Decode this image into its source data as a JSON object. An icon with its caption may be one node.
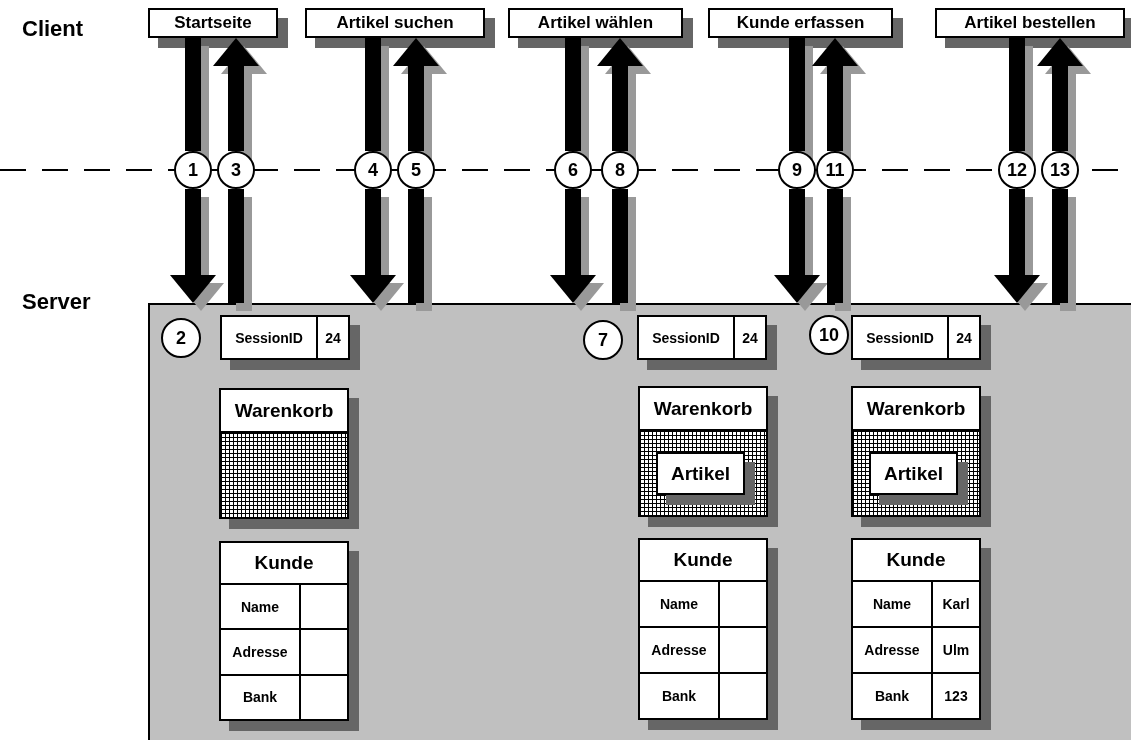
{
  "diagram": {
    "nodes": [
      {
        "text": [
          "Startseite"
        ]
      },
      {
        "text": [
          "Artikel suchen"
        ]
      },
      {
        "text": [
          "Artikel wählen"
        ]
      },
      {
        "text": [
          "Kunde erfassen"
        ]
      },
      {
        "text": [
          "Artikel bestellen"
        ]
      },
      {
        "text": [
          "1"
        ]
      },
      {
        "text": [
          "3"
        ]
      },
      {
        "text": [
          "4"
        ]
      },
      {
        "text": [
          "5"
        ]
      },
      {
        "text": [
          "6"
        ]
      },
      {
        "text": [
          "8"
        ]
      },
      {
        "text": [
          "9"
        ]
      },
      {
        "text": [
          "11"
        ]
      },
      {
        "text": [
          "12"
        ]
      },
      {
        "text": [
          "13"
        ]
      },
      {
        "text": [
          "Server"
        ]
      },
      {
        "text": [
          "2"
        ],
        "in": 15
      },
      {
        "text": [
          "SessionID",
          "24"
        ],
        "in": 15
      },
      {
        "text": [
          "Warenkorb"
        ],
        "in": 15
      },
      {
        "text": [
          "Kunde",
          "Name",
          "Adresse",
          "Bank"
        ],
        "in": 15
      },
      {
        "text": [
          "7"
        ],
        "in": 15
      },
      {
        "text": [
          "SessionID",
          "24"
        ],
        "in": 15
      },
      {
        "text": [
          "Warenkorb"
        ],
        "in": 15
      },
      {
        "text": [
          "Artikel"
        ],
        "in": 22
      },
      {
        "text": [
          "Kunde",
          "Name",
          "Adresse",
          "Bank"
        ],
        "in": 15
      },
      {
        "text": [
          "10"
        ],
        "in": 15
      },
      {
        "text": [
          "SessionID",
          "24"
        ],
        "in": 15
      },
      {
        "text": [
          "Warenkorb"
        ],
        "in": 15
      },
      {
        "text": [
          "Artikel"
        ],
        "in": 27
      },
      {
        "text": [
          "Kunde",
          "Name",
          "Karl",
          "Adresse",
          "Ulm",
          "Bank",
          "123"
        ],
        "in": 15
      }
    ],
    "edges": [
      {
        "from": 0,
        "to": 5,
        "arrow": "none"
      },
      {
        "from": 5,
        "to": 15,
        "arrow": "to"
      },
      {
        "from": 15,
        "to": 6,
        "arrow": "none"
      },
      {
        "from": 6,
        "to": 0,
        "arrow": "to"
      },
      {
        "from": 1,
        "to": 7,
        "arrow": "none"
      },
      {
        "from": 7,
        "to": 15,
        "arrow": "to"
      },
      {
        "from": 15,
        "to": 8,
        "arrow": "none"
      },
      {
        "from": 8,
        "to": 1,
        "arrow": "to"
      },
      {
        "from": 2,
        "to": 9,
        "arrow": "none"
      },
      {
        "from": 9,
        "to": 15,
        "arrow": "to"
      },
      {
        "from": 15,
        "to": 10,
        "arrow": "none"
      },
      {
        "from": 10,
        "to": 2,
        "arrow": "to"
      },
      {
        "from": 3,
        "to": 11,
        "arrow": "none"
      },
      {
        "from": 11,
        "to": 15,
        "arrow": "to"
      },
      {
        "from": 15,
        "to": 12,
        "arrow": "none"
      },
      {
        "from": 12,
        "to": 3,
        "arrow": "to"
      },
      {
        "from": 4,
        "to": 13,
        "arrow": "none"
      },
      {
        "from": 13,
        "to": 15,
        "arrow": "to"
      },
      {
        "from": 15,
        "to": 14,
        "arrow": "none"
      },
      {
        "from": 14,
        "to": 4,
        "arrow": "to"
      }
    ],
    "labels": [
      "Client"
    ]
  }
}
